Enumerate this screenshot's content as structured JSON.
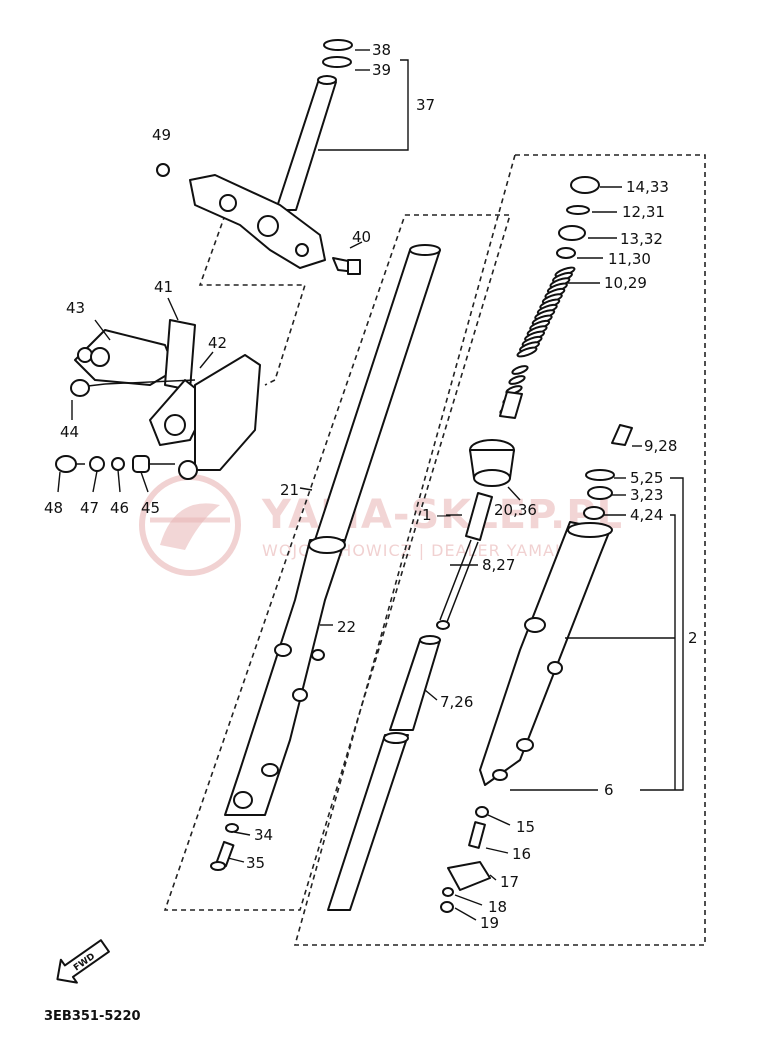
{
  "labels": {
    "l1": "1 —",
    "l2": "2",
    "l6": "6",
    "l4_24": "4,24",
    "l3_23": "3,23",
    "l5_25": "5,25",
    "l7_26": "7,26",
    "l8_27": "8,27",
    "l9_28": "9,28",
    "l10_29": "10,29",
    "l11_30": "11,30",
    "l12_31": "12,31",
    "l13_32": "13,32",
    "l14_33": "14,33",
    "l15": "15",
    "l16": "16",
    "l17": "17",
    "l18": "18",
    "l19": "19",
    "l20_36": "20,36",
    "l21": "21",
    "l22": "22",
    "l34": "34",
    "l35": "35",
    "l37": "37",
    "l38": "38",
    "l39": "39",
    "l40": "40",
    "l41": "41",
    "l42": "42",
    "l43": "43",
    "l44": "44",
    "l45": "45",
    "l46": "46",
    "l47": "47",
    "l48": "48",
    "l49": "49"
  },
  "watermark": {
    "brand": "YAMA-SKLEP.PL",
    "tagline": "WOJCIECHOWICZ | DEALER YAMAHA",
    "color": "#e8b4b4"
  },
  "forward_arrow": "FWD",
  "diagram_code": "3EB351-5220"
}
